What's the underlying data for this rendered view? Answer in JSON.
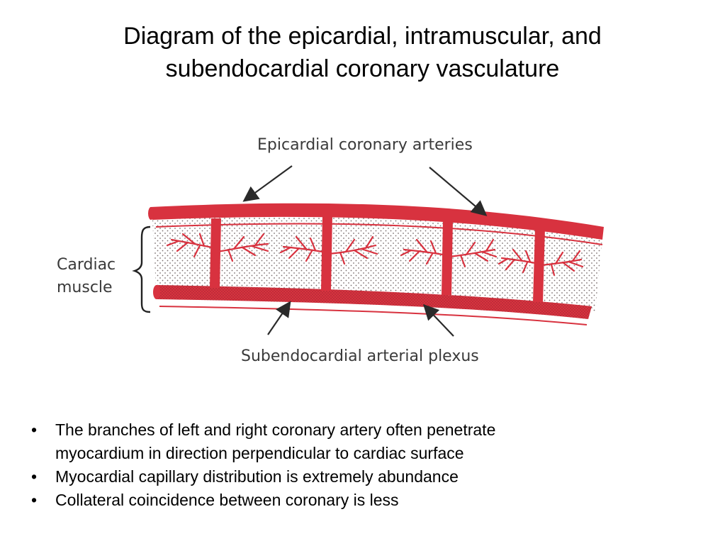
{
  "title": {
    "line1": "Diagram of the epicardial, intramuscular, and",
    "line2": "subendocardial coronary vasculature"
  },
  "diagram": {
    "label_epicardial": "Epicardial coronary arteries",
    "label_subendocardial": "Subendocardial arterial plexus",
    "label_muscle_line1": "Cardiac",
    "label_muscle_line2": "muscle",
    "vessel_color": "#d8323f",
    "stipple_color": "#7a6f6f"
  },
  "bullets": [
    {
      "line1": "The branches of left and  right coronary artery often penetrate",
      "line2": "myocardium in direction perpendicular to cardiac surface"
    },
    {
      "line1": "Myocardial capillary distribution  is extremely abundance"
    },
    {
      "line1": "Collateral  coincidence between coronary is less"
    }
  ]
}
